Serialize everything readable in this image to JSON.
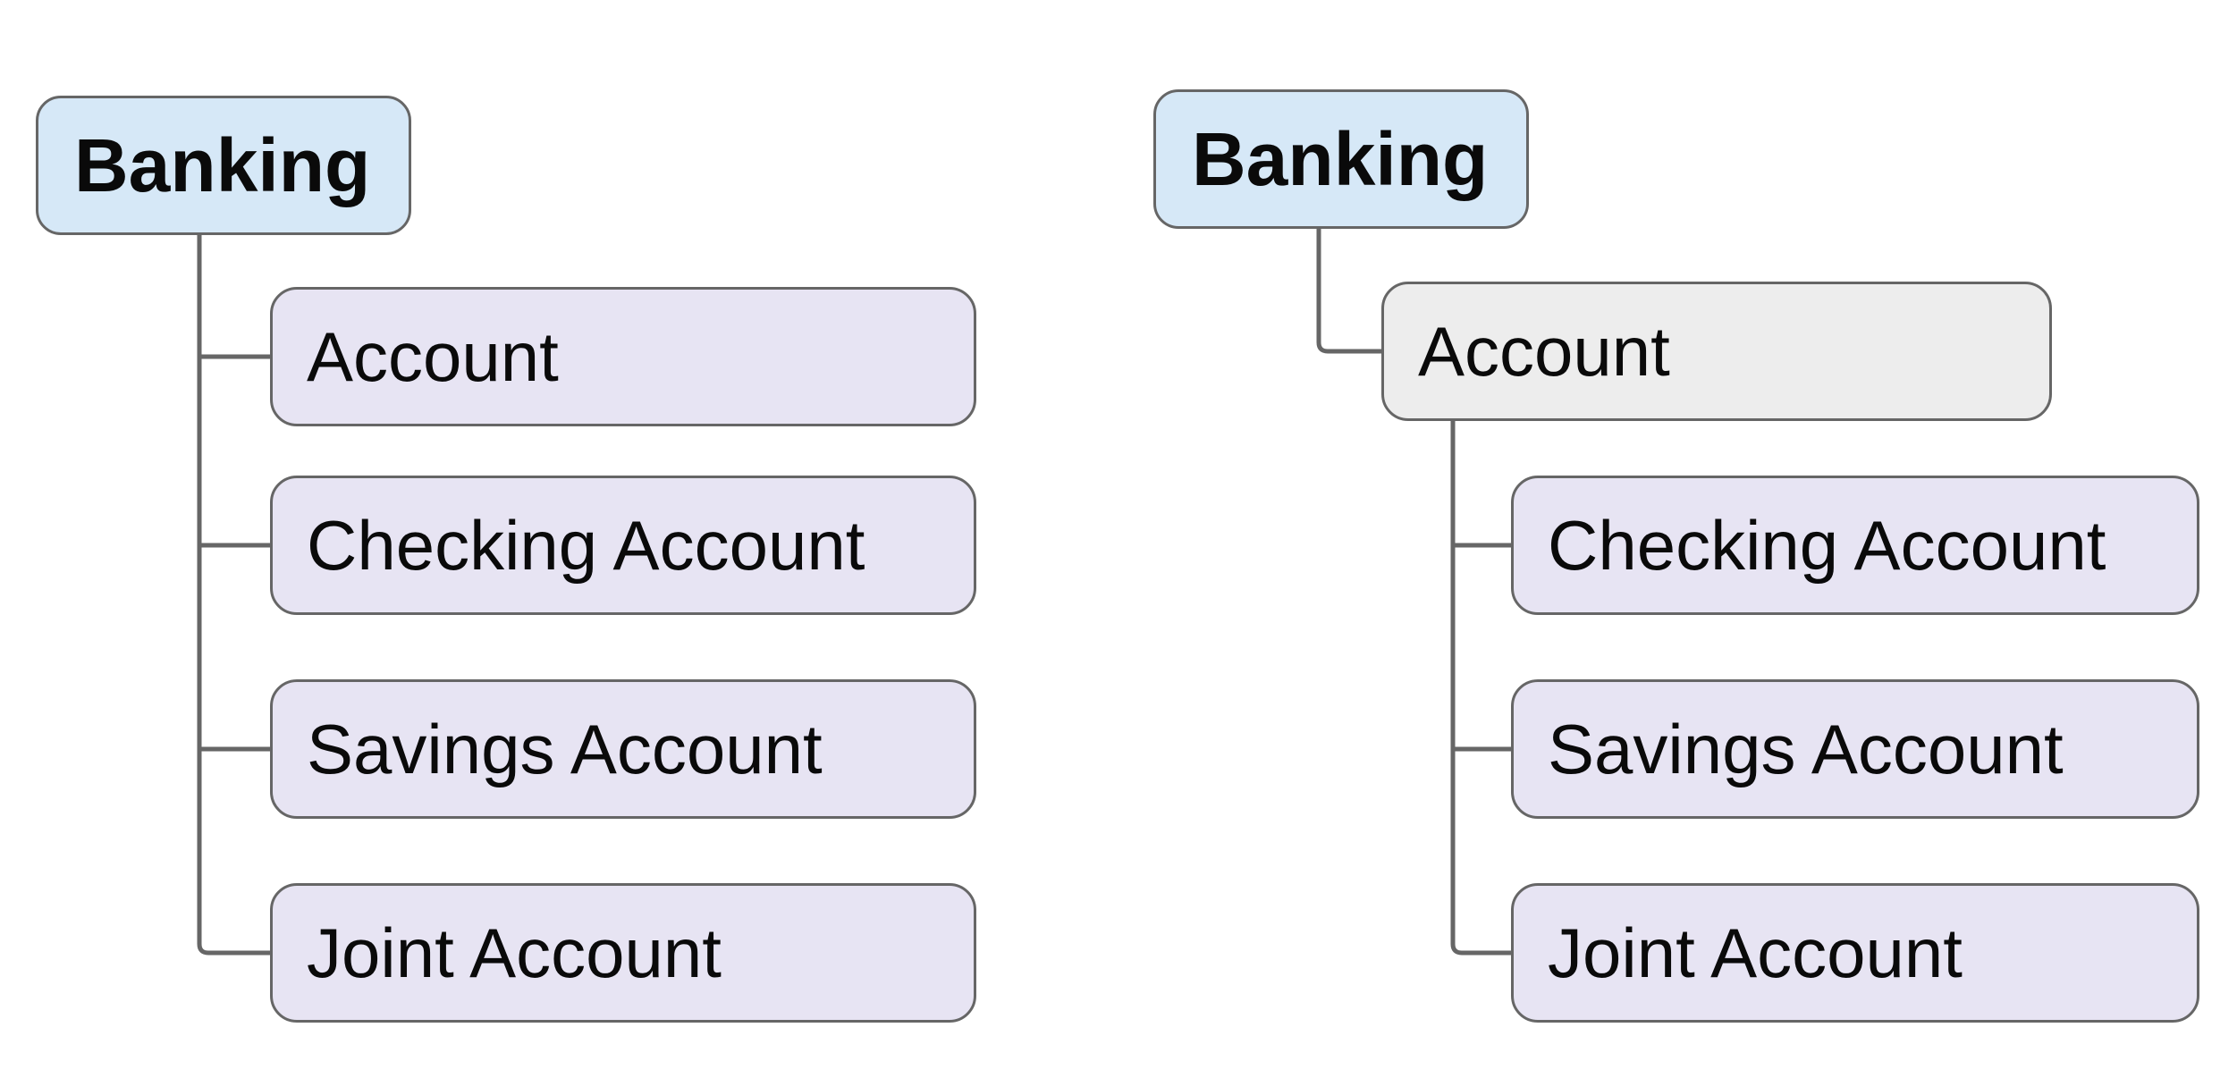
{
  "theme": {
    "root_fill": "#d6e8f7",
    "branch_fill": "#e7e4f3",
    "highlight_fill": "#ededed",
    "border_color": "#666666",
    "connector_color": "#666666",
    "text_color": "#0a0a0a",
    "background": "#ffffff"
  },
  "left_tree": {
    "root": {
      "label": "Banking"
    },
    "children": [
      {
        "label": "Account"
      },
      {
        "label": "Checking Account"
      },
      {
        "label": "Savings Account"
      },
      {
        "label": "Joint Account"
      }
    ]
  },
  "right_tree": {
    "root": {
      "label": "Banking"
    },
    "children": [
      {
        "label": "Account",
        "children": [
          {
            "label": "Checking Account"
          },
          {
            "label": "Savings Account"
          },
          {
            "label": "Joint Account"
          }
        ]
      }
    ]
  }
}
